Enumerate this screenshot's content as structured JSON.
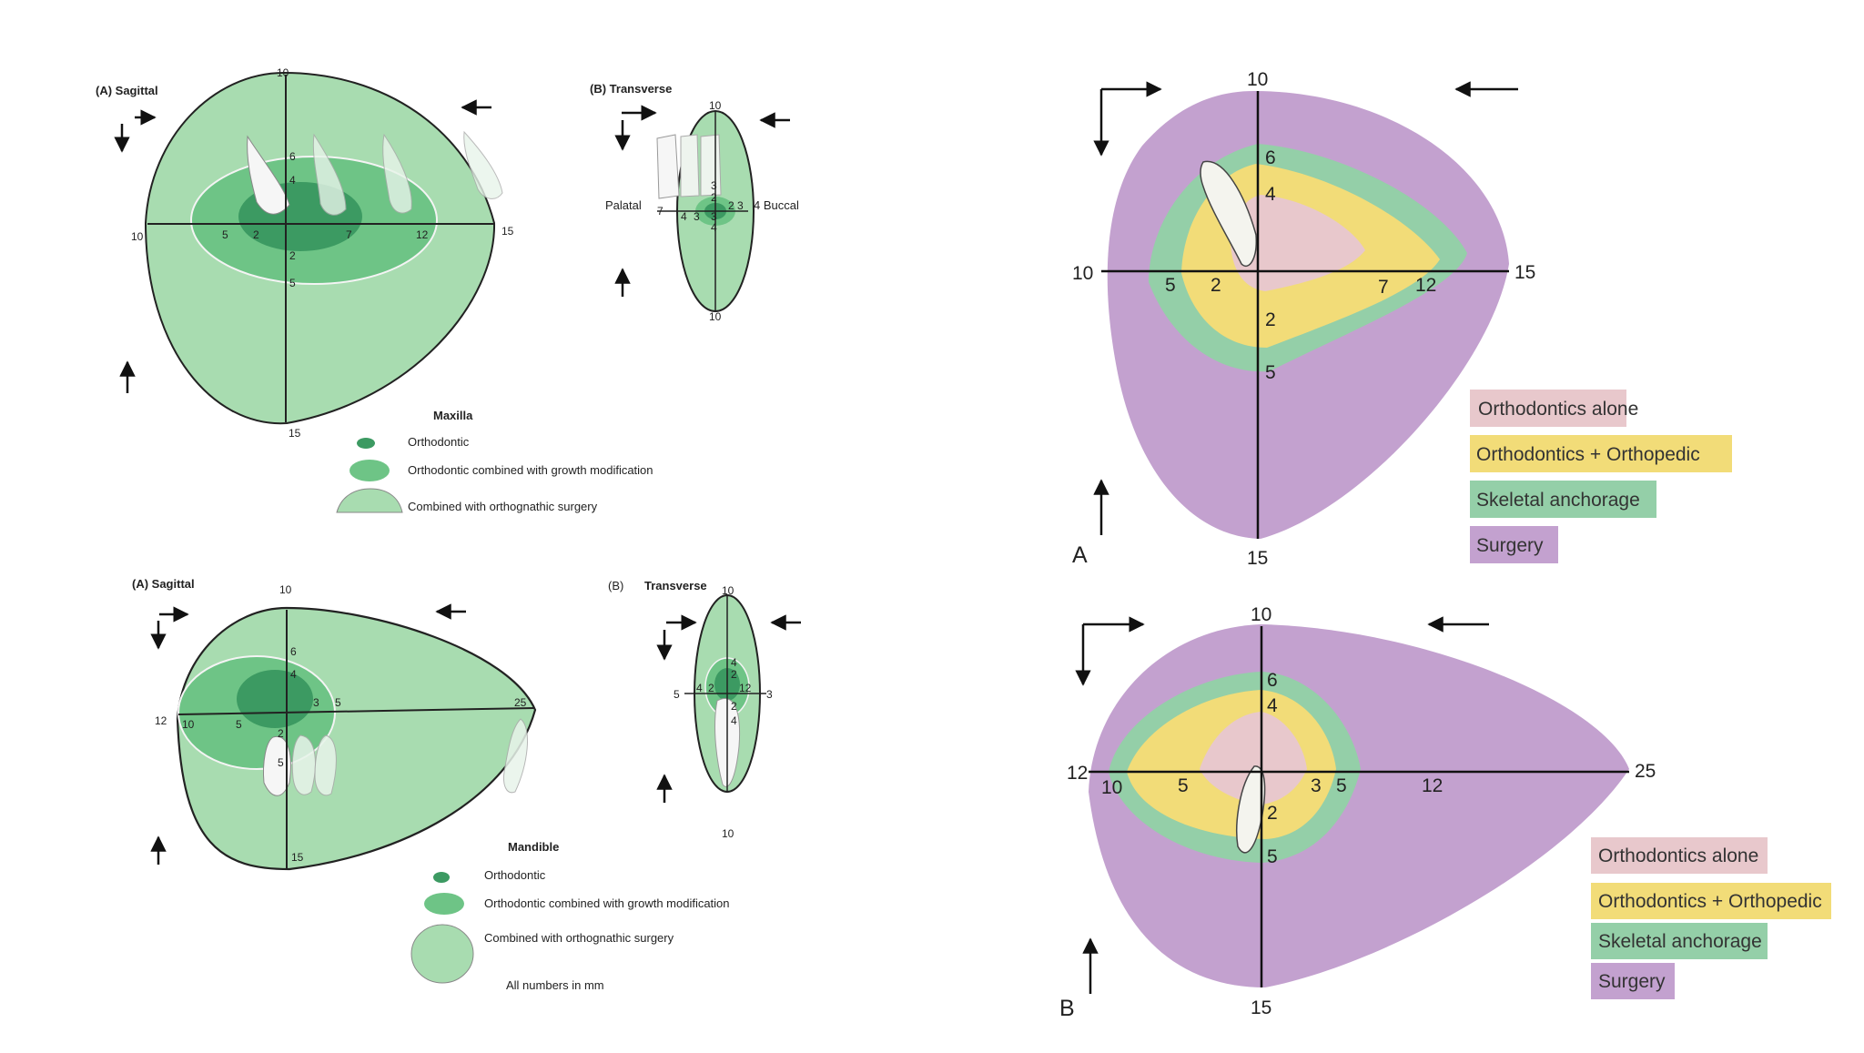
{
  "top_left": {
    "sagittal_title": "(A) Sagittal",
    "transverse_title": "(B) Transverse",
    "sagittal_numbers": {
      "top": "10",
      "left": "10",
      "right": "15",
      "bottom": "15",
      "v_6": "6",
      "v_4": "4",
      "v_2": "2",
      "v_5": "5",
      "h_5": "5",
      "h_2": "2",
      "h_7": "7",
      "h_12": "12"
    },
    "transverse_numbers": {
      "top": "10",
      "bottom": "10",
      "n3": "3",
      "n2": "2",
      "right_23": "2 3",
      "left_7": "7",
      "left_4": "4",
      "left_3": "3",
      "c_3": "3",
      "c_4": "4"
    },
    "palatal": "Palatal",
    "buccal": "4 Buccal",
    "legend_title": "Maxilla",
    "legend": [
      "Orthodontic",
      "Orthodontic combined with growth modification",
      "Combined with orthognathic surgery"
    ]
  },
  "bottom_left": {
    "sagittal_title": "(A) Sagittal",
    "transverse_title_letter": "(B)",
    "transverse_title": "Transverse",
    "sagittal_numbers": {
      "top": "10",
      "left12": "12",
      "left10": "10",
      "right": "25",
      "bottom": "15",
      "v_6": "6",
      "v_4": "4",
      "v_2": "2",
      "v_5": "5",
      "h_5": "5",
      "h_3": "3",
      "h_5r": "5"
    },
    "transverse_numbers": {
      "top": "10",
      "bottom": "10",
      "l5": "5",
      "l4": "4",
      "l2": "2",
      "r12": "12",
      "r3": "3",
      "t4": "4",
      "t2": "2",
      "b2": "2",
      "b4": "4"
    },
    "legend_title": "Mandible",
    "legend": [
      "Orthodontic",
      "Orthodontic combined with growth modification",
      "Combined with orthognathic surgery"
    ],
    "footnote": "All numbers in mm"
  },
  "right_a": {
    "panel": "A",
    "numbers": {
      "top": "10",
      "left": "10",
      "right": "15",
      "bottom": "15",
      "v6": "6",
      "v4": "4",
      "v2": "2",
      "v5": "5",
      "h5": "5",
      "h2": "2",
      "h7": "7",
      "h12": "12"
    },
    "legend": [
      "Orthodontics alone",
      "Orthodontics + Orthopedic",
      "Skeletal anchorage",
      "Surgery"
    ]
  },
  "right_b": {
    "panel": "B",
    "numbers": {
      "top": "10",
      "left12": "12",
      "left10": "10",
      "right": "25",
      "bottom": "15",
      "v6": "6",
      "v4": "4",
      "v2": "2",
      "v5": "5",
      "h5": "5",
      "h3": "3",
      "h5r": "5",
      "h12": "12"
    },
    "legend": [
      "Orthodontics alone",
      "Orthodontics + Orthopedic",
      "Skeletal anchorage",
      "Surgery"
    ]
  },
  "colors": {
    "green_light": "#a8dcb0",
    "green_mid": "#6ec486",
    "green_dark": "#3c9a62",
    "pink": "#e8c8cc",
    "yellow": "#f2dc78",
    "teal": "#94cfa8",
    "purple": "#c3a1cf"
  }
}
